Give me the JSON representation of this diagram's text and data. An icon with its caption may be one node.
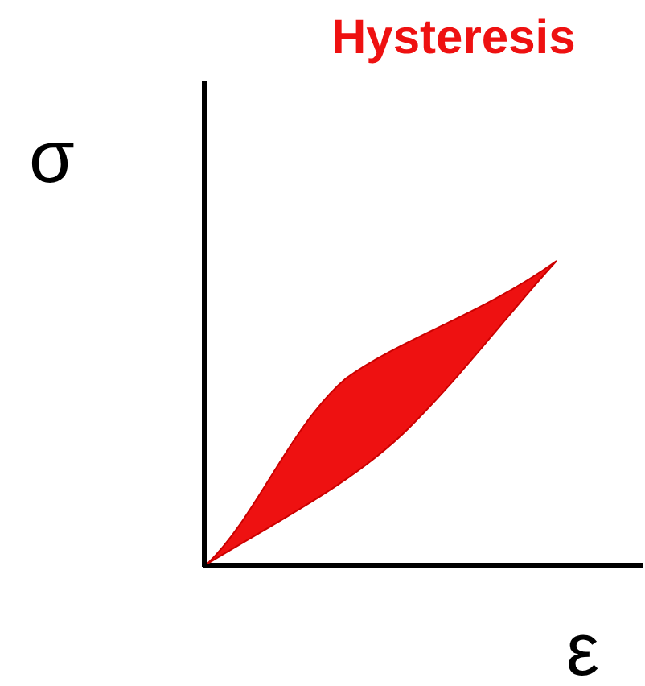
{
  "diagram": {
    "title": "Hysteresis",
    "labels": [
      "σ",
      "ε"
    ]
  }
}
